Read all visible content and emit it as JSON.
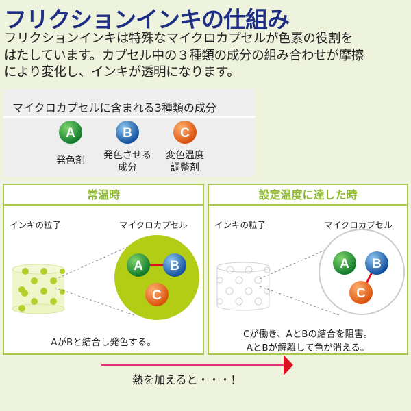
{
  "title": "フリクションインキの仕組み",
  "description": [
    "フリクションインキは特殊なマイクロカプセルが色素の役割を",
    "はたしています。カプセル中の３種類の成分の組み合わせが摩擦",
    "により変化し、インキが透明になります。"
  ],
  "components": {
    "heading": "マイクロカプセルに含まれる3種類の成分",
    "items": [
      {
        "letter": "A",
        "label1": "発色剤",
        "label2": "",
        "color": "#1f9a3a"
      },
      {
        "letter": "B",
        "label1": "発色させる",
        "label2": "成分",
        "color": "#1f6fc2"
      },
      {
        "letter": "C",
        "label1": "変色温度",
        "label2": "調整剤",
        "color": "#ee6e1a"
      }
    ]
  },
  "panels": [
    {
      "title": "常温時",
      "ink_label": "インキの粒子",
      "capsule_label": "マイクロカプセル",
      "caption1": "AがBと結合し発色する。",
      "caption2": ""
    },
    {
      "title": "設定温度に達した時",
      "ink_label": "インキの粒子",
      "capsule_label": "マイクロカプセル",
      "caption1": "Cが働き、AとBの結合を阻害。",
      "caption2": "AとBが解離して色が消える。"
    }
  ],
  "arrow_text": "熱を加えると・・・！"
}
